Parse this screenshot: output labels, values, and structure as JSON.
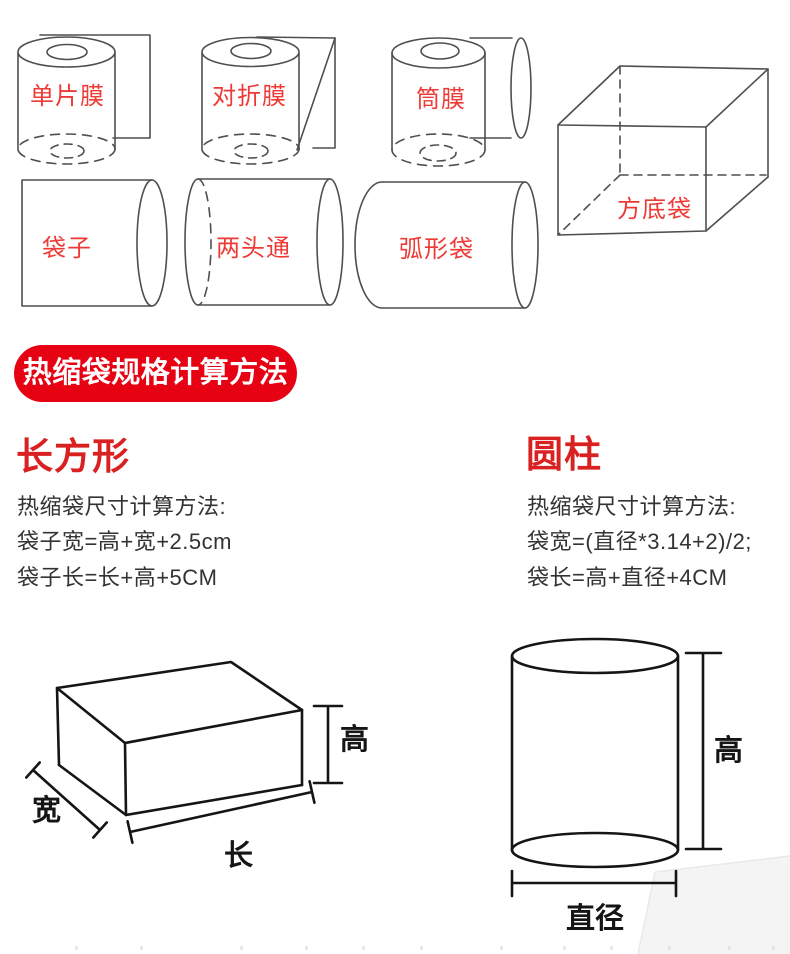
{
  "colors": {
    "banner_red": "#e60113",
    "heading_red": "#d92121",
    "label_red": "#ee3a36",
    "diagram_line_gray": "#4f4f4f",
    "diagram_line_black": "#151515",
    "body_text": "#333333"
  },
  "film_types": {
    "single_film": "单片膜",
    "folded_film": "对折膜",
    "tube_film": "筒膜",
    "square_bottom_bag": "方底袋",
    "bag": "袋子",
    "open_both_ends": "两头通",
    "arc_bag": "弧形袋"
  },
  "banner": {
    "title": "热缩袋规格计算方法"
  },
  "sections": {
    "rectangle": {
      "heading": "长方形",
      "intro": "热缩袋尺寸计算方法:",
      "formula_width": "袋子宽=高+宽+2.5cm",
      "formula_length": "袋子长=长+高+5CM"
    },
    "cylinder": {
      "heading": "圆柱",
      "intro": "热缩袋尺寸计算方法:",
      "formula_width": "袋宽=(直径*3.14+2)/2;",
      "formula_length": "袋长=高+直径+4CM"
    }
  },
  "box_diagram": {
    "height_label": "高",
    "width_label": "宽",
    "length_label": "长"
  },
  "cylinder_diagram": {
    "height_label": "高",
    "diameter_label": "直径"
  }
}
